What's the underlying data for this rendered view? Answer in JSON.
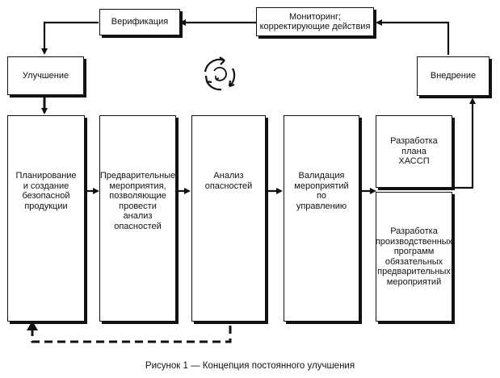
{
  "diagram": {
    "verification": "Верификация",
    "monitoring": "Мониторинг;\nкорректирующие действия",
    "improvement": "Улучшение",
    "implementation": "Внедрение",
    "planning": "Планирование\nи создание\nбезопасной\nпродукции",
    "prerequisite": "Предварительные\nмероприятия,\nпозволяющие\nпровести\nанализ\nопасностей",
    "hazard_analysis": "Анализ\nопасностей",
    "validation": "Валидация\nмероприятий\nпо\nуправлению",
    "haccp_plan": "Разработка\nплана\nХАССП",
    "operational_prp": "Разработка\nпроизводственных\nпрограмм\nобязательных\nпредварительных\nмероприятий",
    "cycle_icon": "cycle-arrows-icon"
  },
  "caption": "Рисунок 1 — Концепция постоянного улучшения"
}
